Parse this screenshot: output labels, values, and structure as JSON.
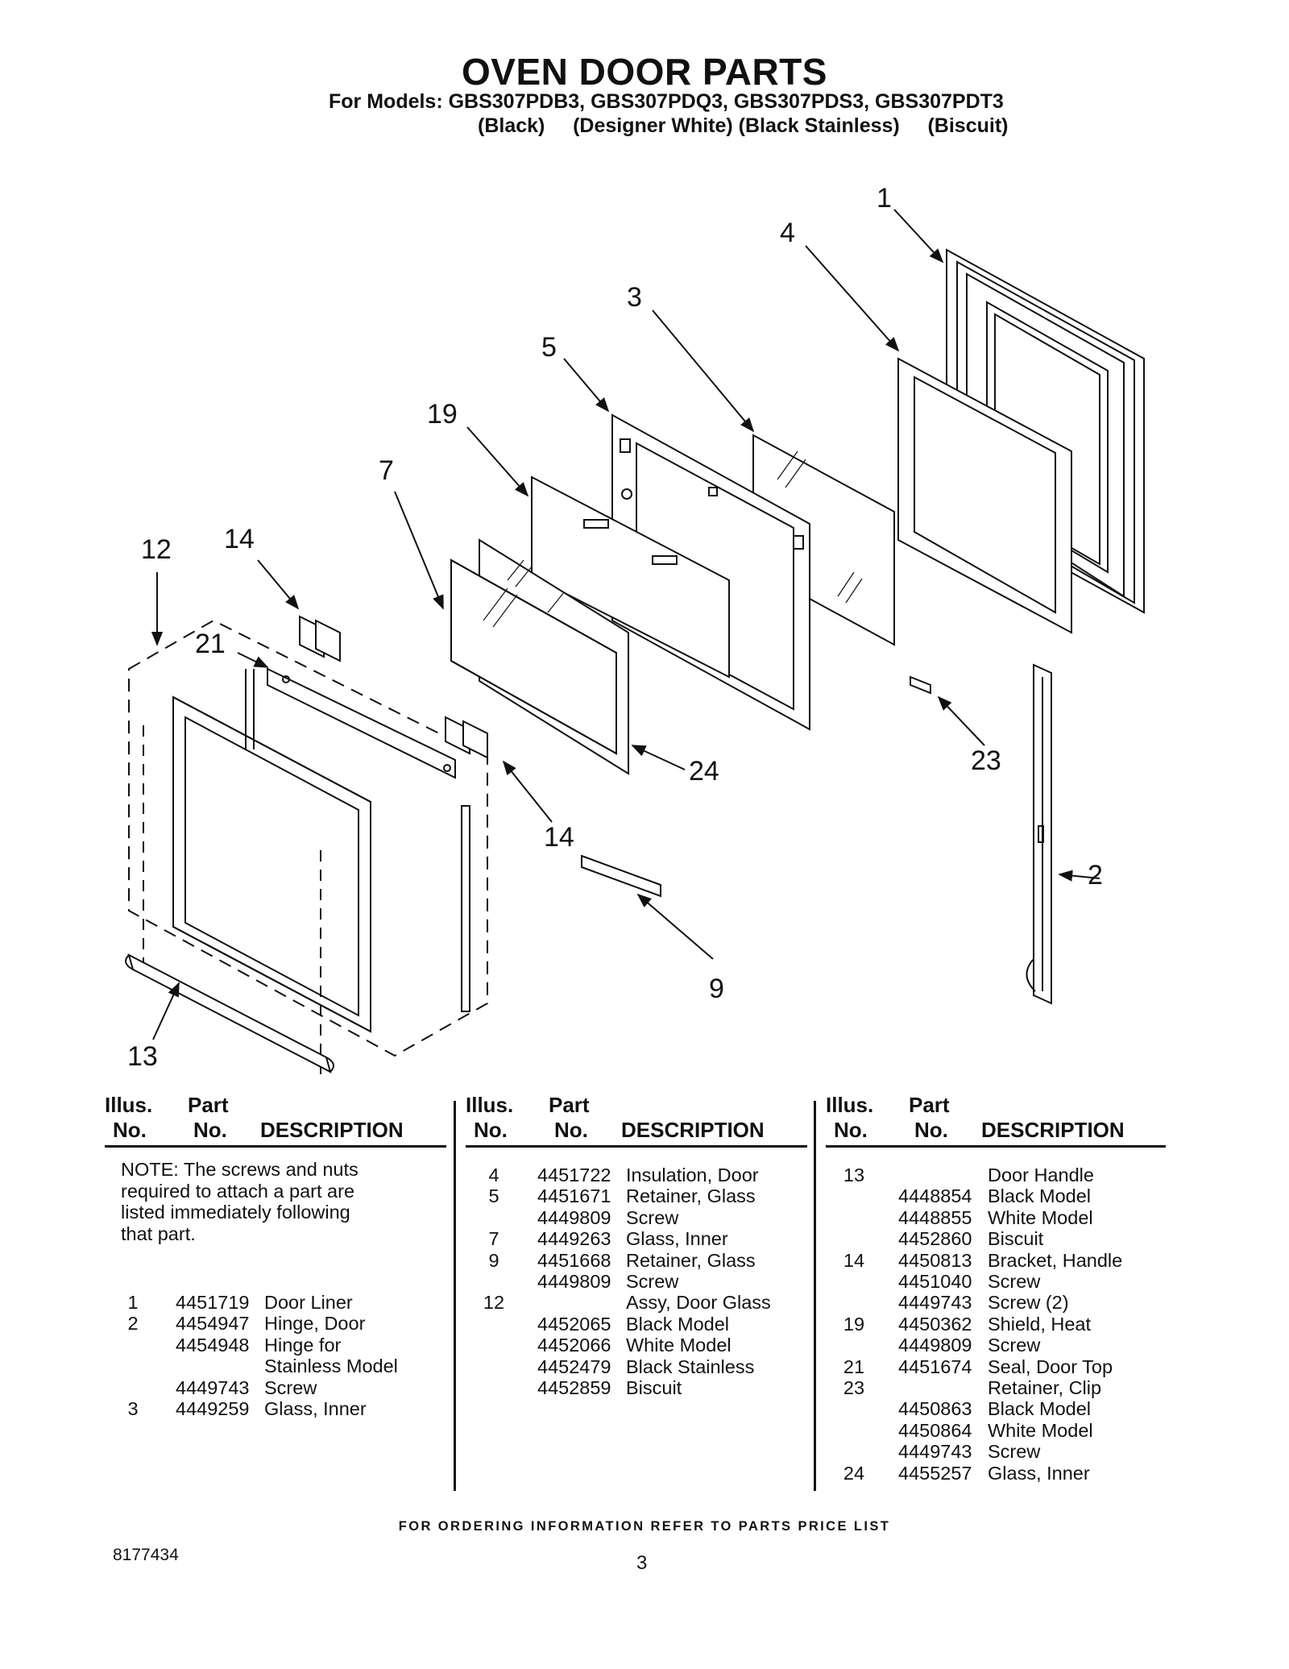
{
  "header": {
    "title": "OVEN DOOR PARTS",
    "models_line": "For Models: GBS307PDB3, GBS307PDQ3, GBS307PDS3, GBS307PDT3",
    "colors_line": "(Black)     (Designer White) (Black Stainless)     (Biscuit)"
  },
  "diagram": {
    "callouts": [
      "1",
      "4",
      "3",
      "5",
      "19",
      "7",
      "12",
      "14",
      "21",
      "24",
      "14",
      "23",
      "2",
      "9",
      "13"
    ]
  },
  "table": {
    "headers": {
      "illus": "Illus.",
      "no": "No.",
      "part": "Part",
      "part_no": "No.",
      "description": "DESCRIPTION"
    },
    "note": "NOTE: The screws and nuts\nrequired to attach a part are\nlisted immediately following\nthat part.",
    "col1": [
      {
        "no": "1",
        "part": "4451719",
        "desc": "Door Liner"
      },
      {
        "no": "2",
        "part": "4454947",
        "desc": "Hinge, Door"
      },
      {
        "no": "",
        "part": "4454948",
        "desc": "Hinge for"
      },
      {
        "no": "",
        "part": "",
        "desc": "Stainless Model"
      },
      {
        "no": "",
        "part": "4449743",
        "desc": "Screw"
      },
      {
        "no": "3",
        "part": "4449259",
        "desc": "Glass, Inner"
      }
    ],
    "col2": [
      {
        "no": "4",
        "part": "4451722",
        "desc": "Insulation, Door"
      },
      {
        "no": "5",
        "part": "4451671",
        "desc": "Retainer, Glass"
      },
      {
        "no": "",
        "part": "4449809",
        "desc": "Screw"
      },
      {
        "no": "7",
        "part": "4449263",
        "desc": "Glass, Inner"
      },
      {
        "no": "9",
        "part": "4451668",
        "desc": "Retainer, Glass"
      },
      {
        "no": "",
        "part": "4449809",
        "desc": "Screw"
      },
      {
        "no": "12",
        "part": "",
        "desc": "Assy, Door Glass"
      },
      {
        "no": "",
        "part": "4452065",
        "desc": "Black Model"
      },
      {
        "no": "",
        "part": "4452066",
        "desc": "White Model"
      },
      {
        "no": "",
        "part": "4452479",
        "desc": "Black Stainless"
      },
      {
        "no": "",
        "part": "4452859",
        "desc": "Biscuit"
      }
    ],
    "col3": [
      {
        "no": "13",
        "part": "",
        "desc": "Door Handle"
      },
      {
        "no": "",
        "part": "4448854",
        "desc": "Black Model"
      },
      {
        "no": "",
        "part": "4448855",
        "desc": "White Model"
      },
      {
        "no": "",
        "part": "4452860",
        "desc": "Biscuit"
      },
      {
        "no": "14",
        "part": "4450813",
        "desc": "Bracket, Handle"
      },
      {
        "no": "",
        "part": "4451040",
        "desc": "Screw"
      },
      {
        "no": "",
        "part": "4449743",
        "desc": "Screw (2)"
      },
      {
        "no": "19",
        "part": "4450362",
        "desc": "Shield, Heat"
      },
      {
        "no": "",
        "part": "4449809",
        "desc": "Screw"
      },
      {
        "no": "21",
        "part": "4451674",
        "desc": "Seal, Door Top"
      },
      {
        "no": "23",
        "part": "",
        "desc": "Retainer, Clip"
      },
      {
        "no": "",
        "part": "4450863",
        "desc": "Black Model"
      },
      {
        "no": "",
        "part": "4450864",
        "desc": "White Model"
      },
      {
        "no": "",
        "part": "4449743",
        "desc": "Screw"
      },
      {
        "no": "24",
        "part": "4455257",
        "desc": "Glass, Inner"
      }
    ]
  },
  "footer": {
    "ordering": "FOR ORDERING INFORMATION REFER TO PARTS PRICE LIST",
    "doc_number": "8177434",
    "page_number": "3"
  }
}
